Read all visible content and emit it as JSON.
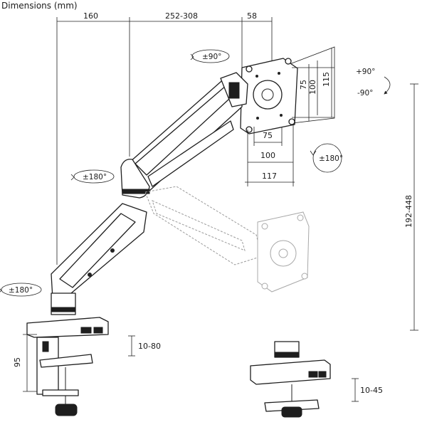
{
  "header": {
    "title": "Dimensions (mm)"
  },
  "dimensions": {
    "top_left": "160",
    "top_mid": "252-308",
    "top_right": "58",
    "vesa_h_small": "75",
    "vesa_h_large": "100",
    "vesa_plate_width": "117",
    "vesa_v_small": "75",
    "vesa_v_large": "100",
    "vesa_plate_height": "115",
    "height_range": "192-448",
    "clamp_height": "95",
    "clamp_thickness": "10-80",
    "grommet_thickness": "10-45"
  },
  "rotations": {
    "top_arm": "±90°",
    "tilt_up": "+90°",
    "tilt_down": "-90°",
    "vesa_rotate": "±180°",
    "mid_joint": "±180°",
    "base_joint": "±180°"
  }
}
